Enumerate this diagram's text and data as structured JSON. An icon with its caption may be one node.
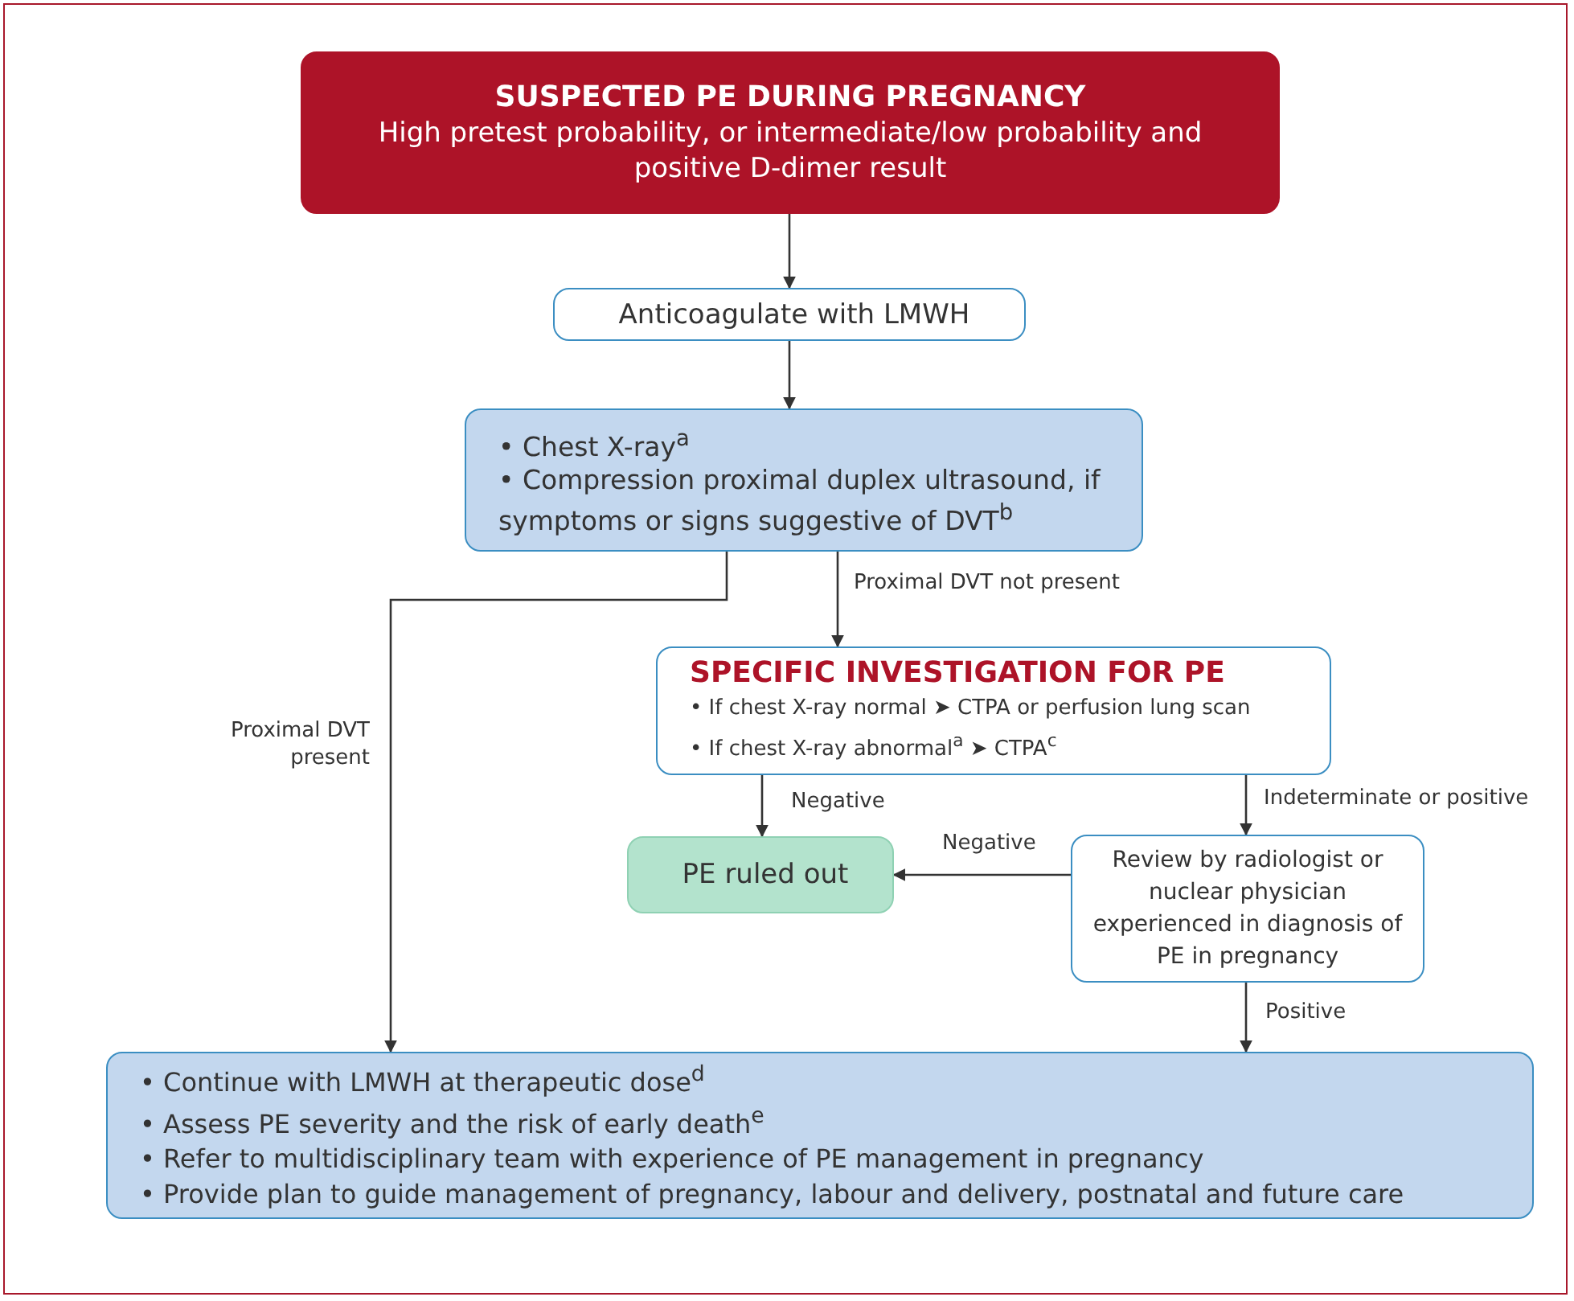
{
  "diagram": {
    "nodes": [
      {
        "text": [
          "SUSPECTED PE DURING PREGNANCY",
          "High pretest probability, or intermediate/low probability and positive D-dimer result"
        ]
      },
      {
        "text": [
          "Anticoagulate with LMWH"
        ]
      },
      {
        "text": [
          "• Chest X-ray$^{a}$",
          "• Compression proximal duplex ultrasound, if symptoms or signs suggestive of DVT$^{b}$"
        ]
      },
      {
        "text": [
          "SPECIFIC INVESTIGATION FOR PE",
          "• If chest X-ray normal ➤ CTPA or perfusion lung scan",
          "• If chest X-ray abnormal$^{a}$ ➤ CTPA$^{c}$"
        ]
      },
      {
        "text": [
          "PE ruled out"
        ]
      },
      {
        "text": [
          "Review by radiologist or nuclear physician experienced in diagnosis of PE in pregnancy"
        ]
      },
      {
        "text": [
          "• Continue with LMWH at therapeutic dose$^{d}$",
          "• Assess PE severity and the risk of early death$^{e}$",
          "• Refer to multidisciplinary team with experience of PE management in pregnancy",
          "• Provide plan to guide management of pregnancy, labour and delivery, postnatal and future care"
        ]
      }
    ],
    "edges": [
      {
        "from": 0,
        "to": 1,
        "arrow": "to"
      },
      {
        "from": 1,
        "to": 2,
        "arrow": "to"
      },
      {
        "from": 2,
        "to": 6,
        "arrow": "to",
        "label": "Proximal DVT present"
      },
      {
        "from": 2,
        "to": 3,
        "arrow": "to",
        "label": "Proximal DVT not present"
      },
      {
        "from": 3,
        "to": 4,
        "arrow": "to",
        "label": "Negative"
      },
      {
        "from": 3,
        "to": 5,
        "arrow": "to",
        "label": "Indeterminate or positive"
      },
      {
        "from": 5,
        "to": 4,
        "arrow": "to",
        "label": "Negative"
      },
      {
        "from": 5,
        "to": 6,
        "arrow": "to",
        "label": "Positive"
      }
    ]
  }
}
